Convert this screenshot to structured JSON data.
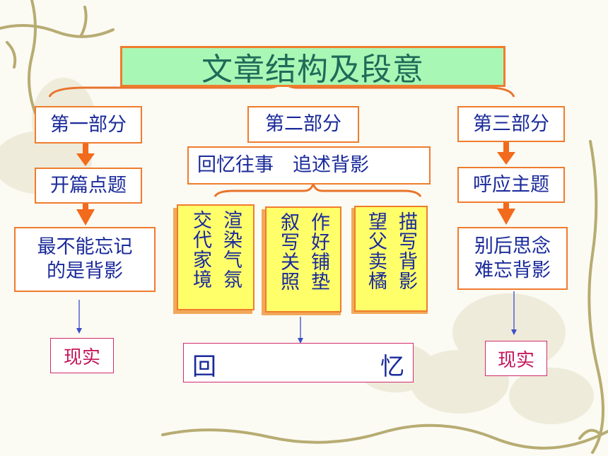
{
  "title": "文章结构及段意",
  "part1": {
    "heading": "第一部分",
    "step1": "开篇点题",
    "step2_line1": "最不能忘记",
    "step2_line2": "的是背影",
    "result": "现实"
  },
  "part2": {
    "heading": "第二部分",
    "summary": "回忆往事　追述背影",
    "sub1_col1": "交代家境",
    "sub1_col2": "渲染气氛",
    "sub2_col1": "叙写关照",
    "sub2_col2": "作好铺垫",
    "sub3_col1": "望父卖橘",
    "sub3_col2": "描写背影",
    "result_left": "回",
    "result_right": "忆"
  },
  "part3": {
    "heading": "第三部分",
    "step1": "呼应主题",
    "step2_line1": "别后思念",
    "step2_line2": "难忘背影",
    "result": "现实"
  },
  "colors": {
    "border_orange": "#f07c2d",
    "arrow_orange": "#f26a1b",
    "text_blue": "#1a2a9a",
    "title_green_bg": "#a9f7b5",
    "title_text": "#1f6b59",
    "yellow_fill": "#ffff6a",
    "result_pink": "#c4175a",
    "brace_orange": "#e8742c"
  }
}
